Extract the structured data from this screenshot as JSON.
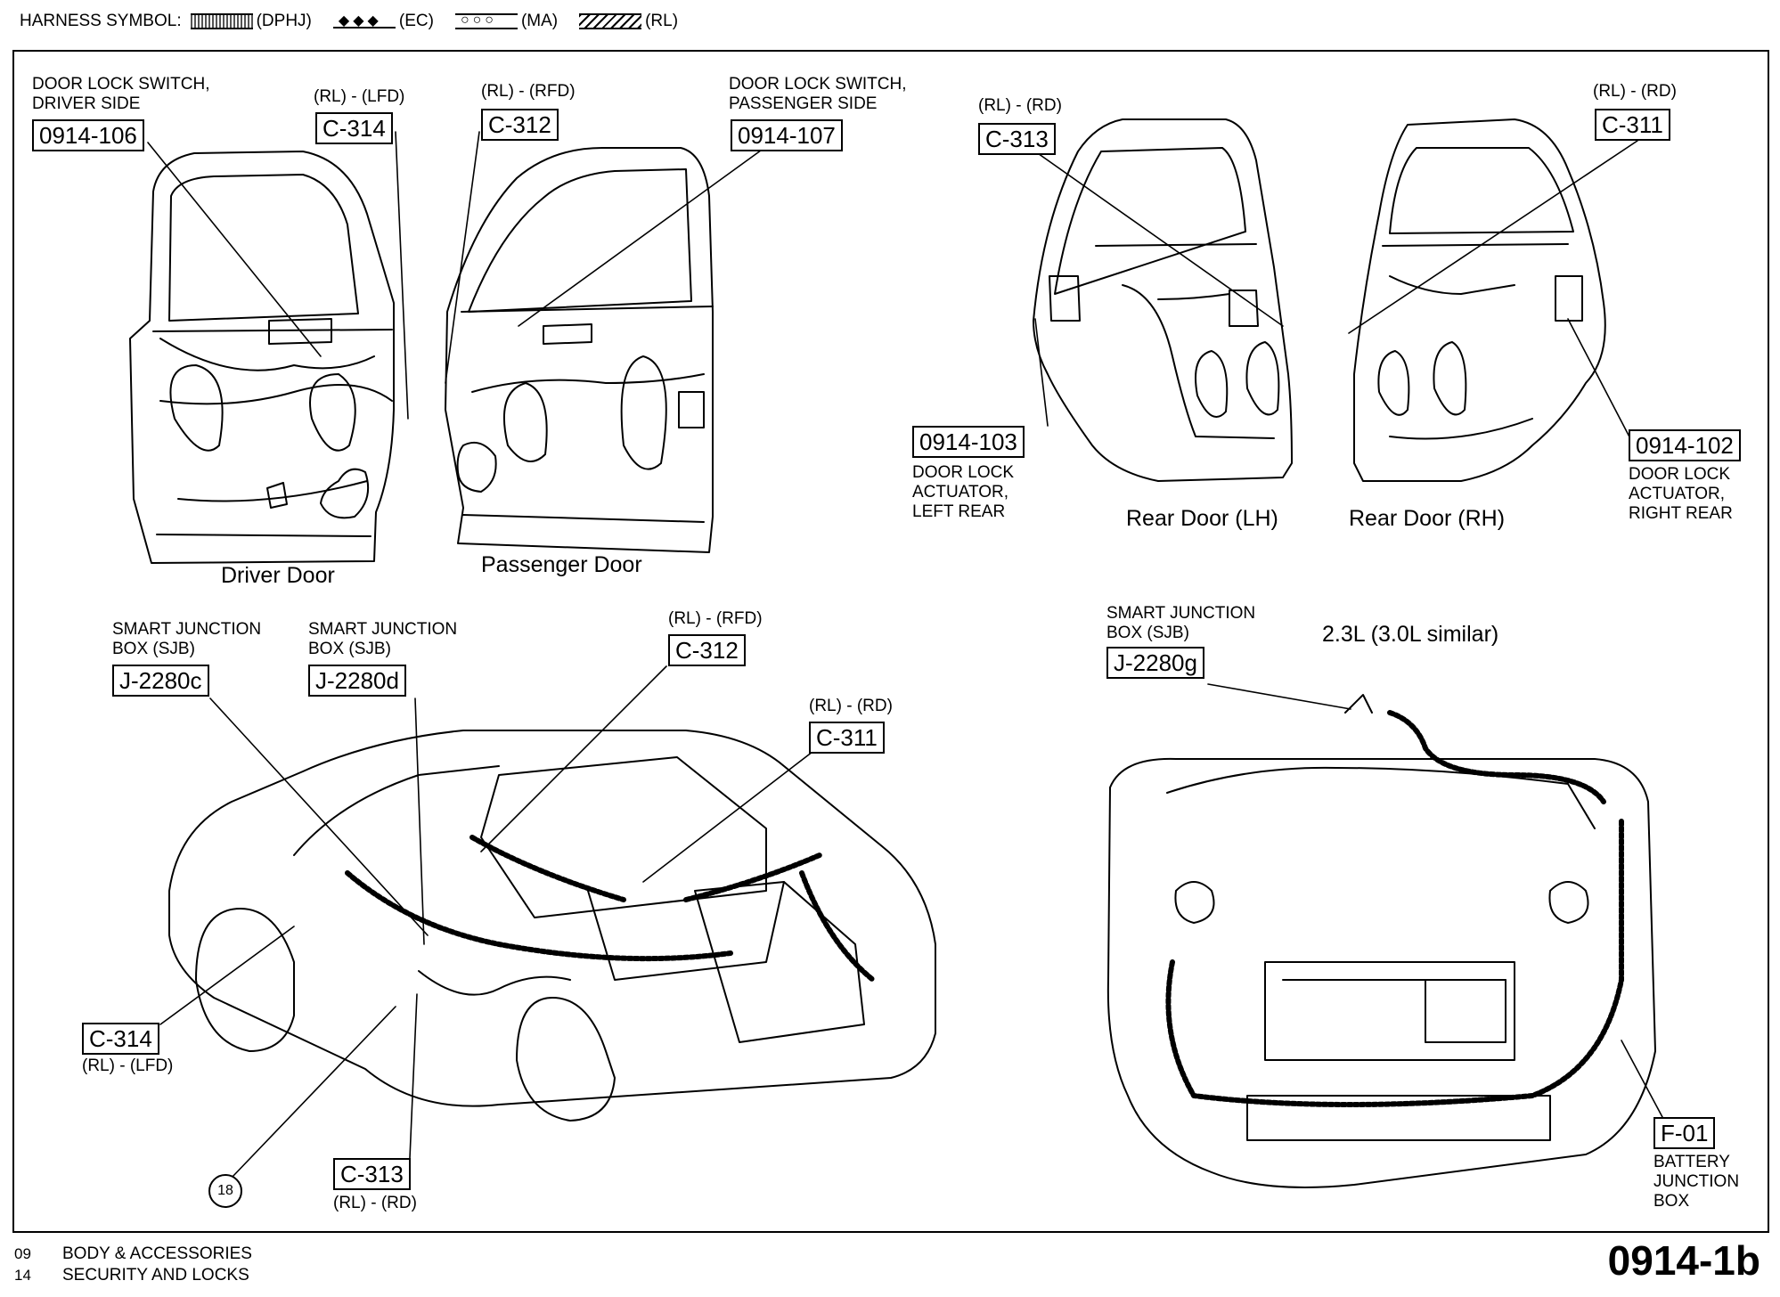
{
  "legend": {
    "title": "HARNESS SYMBOL:",
    "items": [
      {
        "code": "(DPHJ)",
        "pattern": "dots"
      },
      {
        "code": "(EC)",
        "glyphs": "◆◆◆"
      },
      {
        "code": "(MA)",
        "glyphs": "○○○"
      },
      {
        "code": "(RL)",
        "pattern": "hatch"
      }
    ]
  },
  "doors": {
    "driver": {
      "caption": "Driver Door",
      "switch_label": "DOOR LOCK SWITCH,\nDRIVER SIDE",
      "switch_ref": "0914-106",
      "harness": "(RL) - (LFD)",
      "connector": "C-314"
    },
    "passenger": {
      "caption": "Passenger Door",
      "switch_label": "DOOR LOCK SWITCH,\nPASSENGER SIDE",
      "switch_ref": "0914-107",
      "harness": "(RL) - (RFD)",
      "connector": "C-312"
    },
    "rear_lh": {
      "caption": "Rear Door (LH)",
      "harness": "(RL) - (RD)",
      "connector": "C-313",
      "actuator_ref": "0914-103",
      "actuator_label": "DOOR LOCK\nACTUATOR,\nLEFT REAR"
    },
    "rear_rh": {
      "caption": "Rear Door (RH)",
      "harness": "(RL) - (RD)",
      "connector": "C-311",
      "actuator_ref": "0914-102",
      "actuator_label": "DOOR LOCK\nACTUATOR,\nRIGHT REAR"
    }
  },
  "vehicle": {
    "sjb_c_label": "SMART JUNCTION\nBOX (SJB)",
    "sjb_c_ref": "J-2280c",
    "sjb_d_label": "SMART JUNCTION\nBOX (SJB)",
    "sjb_d_ref": "J-2280d",
    "c312_harness": "(RL) - (RFD)",
    "c312": "C-312",
    "c311_harness": "(RL) - (RD)",
    "c311": "C-311",
    "c314": "C-314",
    "c314_harness": "(RL) - (LFD)",
    "c313": "C-313",
    "c313_harness": "(RL) - (RD)",
    "ground": "18"
  },
  "engine": {
    "sjb_label": "SMART JUNCTION\nBOX (SJB)",
    "sjb_ref": "J-2280g",
    "engine_note": "2.3L (3.0L similar)",
    "fuse_ref": "F-01",
    "fuse_label": "BATTERY\nJUNCTION\nBOX"
  },
  "footer": {
    "line1_num": "09",
    "line1_text": "BODY & ACCESSORIES",
    "line2_num": "14",
    "line2_text": "SECURITY AND LOCKS",
    "sheet": "0914-1b"
  }
}
